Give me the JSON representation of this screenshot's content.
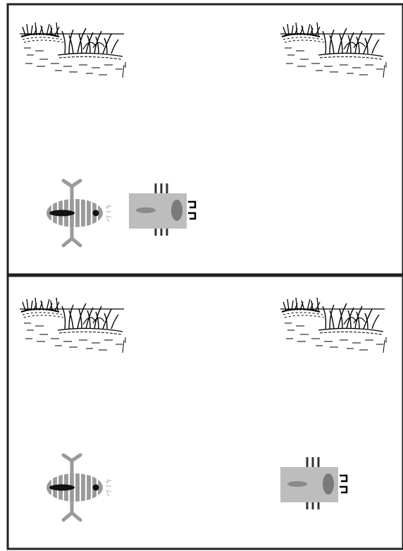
{
  "figure": {
    "panels": [
      {
        "id": "top",
        "scenery": [
          "pond-grass-icon",
          "pond-grass-icon"
        ],
        "organisms": [
          {
            "kind": "larva-icon",
            "facing": "right"
          },
          {
            "kind": "beetle-icon",
            "facing": "right"
          }
        ]
      },
      {
        "id": "bottom",
        "scenery": [
          "pond-grass-icon",
          "pond-grass-icon"
        ],
        "organisms": [
          {
            "kind": "larva-icon",
            "facing": "right"
          },
          {
            "kind": "beetle-icon",
            "facing": "right"
          }
        ]
      }
    ],
    "colors": {
      "border": "#222222",
      "body_gray": "#9a9a9a",
      "light_gray": "#bdbdbd",
      "dark": "#111111",
      "grass": "#000000"
    }
  }
}
